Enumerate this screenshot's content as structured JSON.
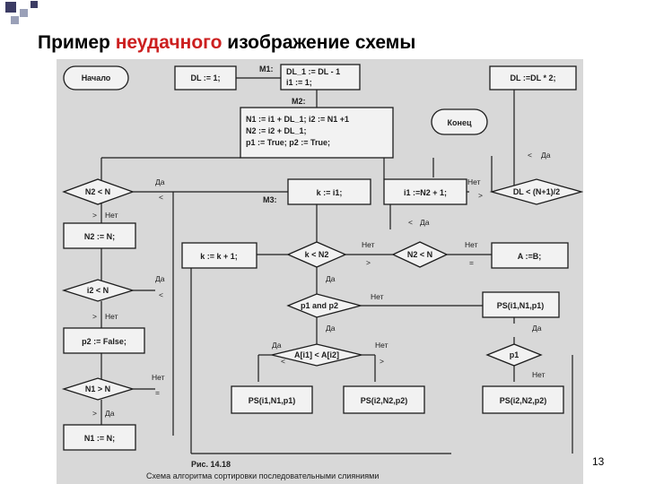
{
  "slide": {
    "title_part1": "Пример ",
    "title_highlight": "неудачного",
    "title_part2": " изображение схемы",
    "page_number": "13",
    "colors": {
      "title_highlight": "#cc1f1f",
      "scan_bg": "#d8d8d8",
      "deco_dark": "#3c3c64",
      "deco_light": "#9aa0b8"
    }
  },
  "diagram": {
    "labels": {
      "m1": "М1:",
      "m2": "М2:",
      "m3": "М3:"
    },
    "nodes": {
      "start": "Начало",
      "dl_init": "DL := 1;",
      "m1_line1": "DL_1 := DL - 1",
      "m1_line2": "i1 := 1;",
      "dl_double": "DL :=DL * 2;",
      "init_line1": "N1 := i1 + DL_1; i2 := N1 +1",
      "init_line2": "N2 := i2 + DL_1;",
      "init_line3": "p1 := True; p2 := True;",
      "end": "Конец",
      "d_n2_le_n": "N2 < N",
      "k_i1": "k := i1;",
      "i1_set": "i1 :=N2 + 1;",
      "d_dl": "DL < (N+1)/2",
      "n2_n": "N2 := N;",
      "k_inc": "k := k + 1;",
      "d_k_n2": "k < N2",
      "d_n2_lt_n": "N2 < N",
      "a_b": "A :=B;",
      "d_i2_n": "i2 < N",
      "d_p1p2": "p1 and p2",
      "ps_i1_top": "PS(i1,N1,p1)",
      "p2_false": "p2 := False;",
      "d_ai1_ai2": "A[i1] < A[i2]",
      "d_p1": "p1",
      "d_n1_n": "N1 > N",
      "ps_left": "PS(i1,N1,p1)",
      "ps_mid": "PS(i2,N2,p2)",
      "ps_right": "PS(i2,N2,p2)",
      "n1_n": "N1 := N;"
    },
    "edge_labels": {
      "yes": "Да",
      "no": "Нет",
      "lt": "<",
      "le": "<",
      "gt": ">",
      "ge": ">",
      "eq": "="
    },
    "caption_line1": "Рис. 14.18",
    "caption_line2": "Схема алгоритма сортировки последовательными слияниями"
  }
}
